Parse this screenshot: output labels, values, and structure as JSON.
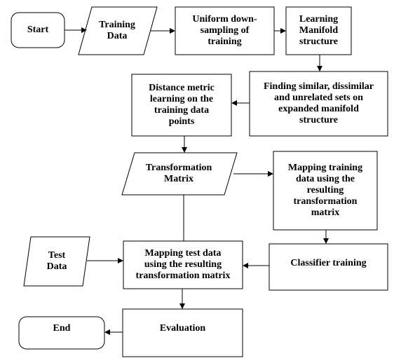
{
  "nodes": {
    "start": "Start",
    "training_data": "Training\nData",
    "downsampling": "Uniform down-\nsampling of\ntraining",
    "learning_manifold": "Learning\nManifold\nstructure",
    "finding_sets": "Finding similar, dissimilar\nand unrelated sets on\nexpanded manifold\nstructure",
    "distance_metric": "Distance metric\nlearning on the\ntraining data\npoints",
    "transformation_matrix": "Transformation\nMatrix",
    "mapping_training": "Mapping training\ndata using the\nresulting\ntransformation\nmatrix",
    "test_data": "Test\nData",
    "mapping_test": "Mapping test data\nusing the resulting\ntransformation matrix",
    "classifier_training": "Classifier training",
    "evaluation": "Evaluation",
    "end": "End"
  }
}
